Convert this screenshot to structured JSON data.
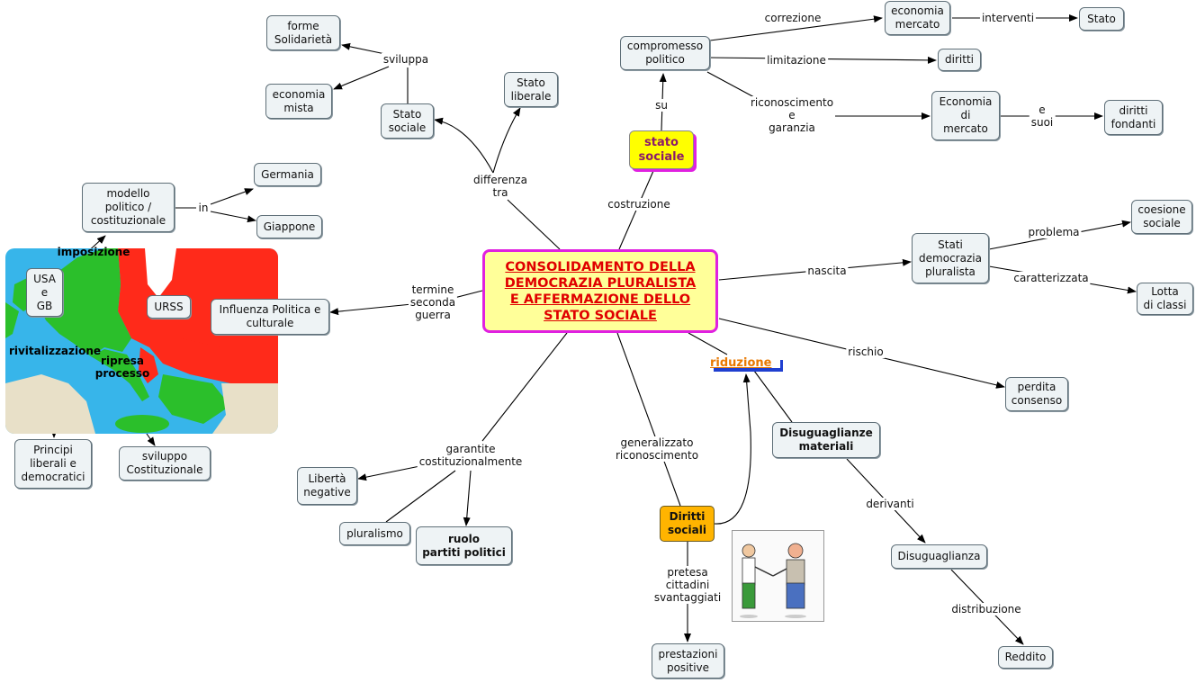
{
  "central": {
    "title": "CONSOLIDAMENTO DELLA\nDEMOCRAZIA PLURALISTA\nE AFFERMAZIONE DELLO\nSTATO SOCIALE"
  },
  "nodes": {
    "stato_sociale": "stato\nsociale",
    "compromesso": "compromesso\npolitico",
    "economia_mercato_top": "economia\nmercato",
    "stato_top": "Stato",
    "diritti_top": "diritti",
    "economia_di_mercato": "Economia\ndi\nmercato",
    "diritti_fondanti": "diritti\nfondanti",
    "stato_liberale": "Stato\nliberale",
    "stato_sociale_small": "Stato\nsociale",
    "forme_solidarieta": "forme\nSolidarietà",
    "economia_mista": "economia\nmista",
    "modello": "modello\npolitico /\ncostituzionale",
    "germania": "Germania",
    "giappone": "Giappone",
    "usa_gb": "USA\ne\nGB",
    "urss": "URSS",
    "influenza": "Influenza Politica e\nculturale",
    "principi": "Principi\nliberali e\ndemocratici",
    "sviluppo_cost": "sviluppo\nCostituzionale",
    "stati_democrazia": "Stati\ndemocrazia\npluralista",
    "coesione": "coesione\nsociale",
    "lotta": "Lotta\ndi classi",
    "perdita": "perdita\nconsenso",
    "riduzione": "riduzione",
    "disuguaglianze": "Disuguaglianze\nmateriali",
    "disuguaglianza": "Disuguaglianza",
    "reddito": "Reddito",
    "diritti_sociali": "Diritti\nsociali",
    "prestazioni": "prestazioni\npositive",
    "liberta": "Libertà\nnegative",
    "pluralismo": "pluralismo",
    "ruolo": "ruolo\npartiti politici"
  },
  "labels": {
    "correzione": "correzione",
    "interventi": "interventi",
    "limitazione": "limitazione",
    "riconoscimento": "riconoscimento\ne\ngaranzia",
    "e_suoi": "e\nsuoi",
    "su": "su",
    "costruzione": "costruzione",
    "differenza": "differenza\ntra",
    "sviluppa": "sviluppa",
    "in": "in",
    "termine": "termine\nseconda\nguerra",
    "nascita": "nascita",
    "problema": "problema",
    "caratterizzata": "caratterizzata",
    "rischio": "rischio",
    "derivanti": "derivanti",
    "distribuzione": "distribuzione",
    "generalizzato": "generalizzato\nriconoscimento",
    "pretesa": "pretesa\ncittadini\nsvantaggiati",
    "garantite": "garantite\ncostituzionalmente",
    "imposizione": "imposizione",
    "rivitalizzazione": "rivitalizzazione",
    "ripresa": "ripresa\nprocesso"
  }
}
